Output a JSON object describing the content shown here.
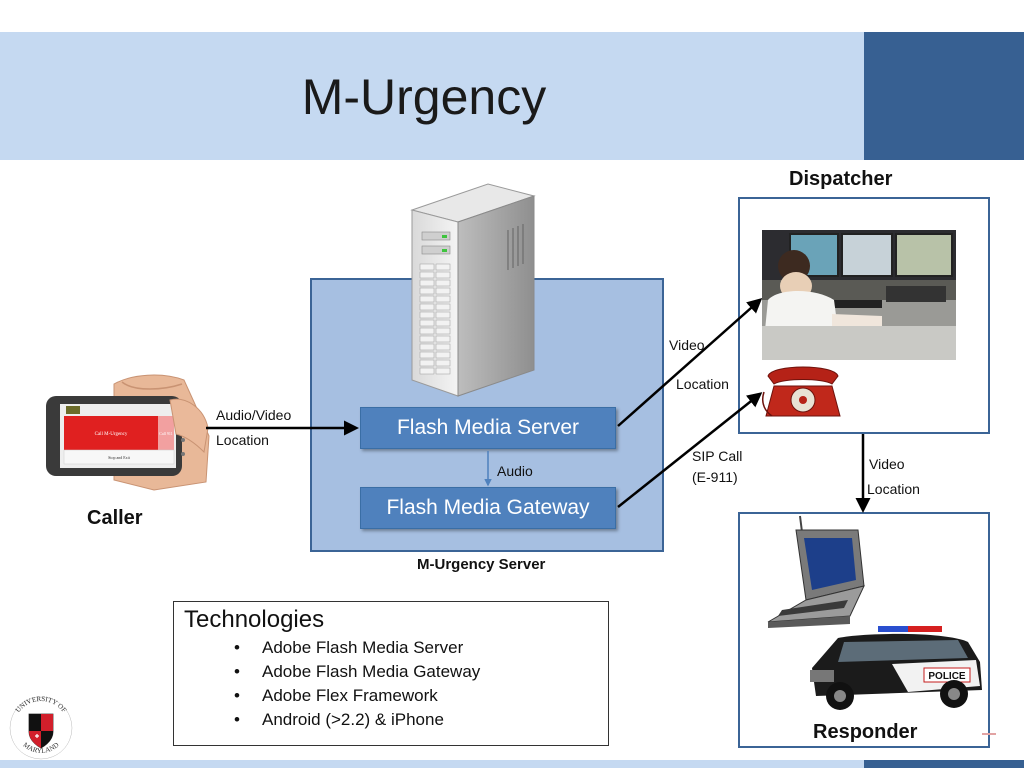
{
  "slide": {
    "title": "M-Urgency"
  },
  "diagram": {
    "caller_label": "Caller",
    "server_box_label": "M-Urgency Server",
    "flash_media_server": "Flash Media Server",
    "flash_media_gateway": "Flash Media Gateway",
    "audio_label": "Audio",
    "caller_to_server": [
      "Audio/Video",
      "Location"
    ],
    "server_to_dispatcher": [
      "Video",
      "Location"
    ],
    "gateway_to_dispatcher": [
      "SIP Call",
      "(E-911)"
    ],
    "dispatcher_to_responder": [
      "Video",
      "Location"
    ],
    "dispatcher_label": "Dispatcher",
    "responder_label": "Responder",
    "phone_app": {
      "button_main": "Call M-Urgency",
      "button_side": "Call 911",
      "button_bottom": "Stop and Exit"
    },
    "police_text": "POLICE"
  },
  "technologies": {
    "title": "Technologies",
    "items": [
      "Adobe Flash Media Server",
      "Adobe Flash Media Gateway",
      "Adobe Flex Framework",
      "Android (>2.2) & iPhone"
    ]
  },
  "logo": {
    "text_top": "UNIVERSITY OF",
    "text_bottom": "MARYLAND"
  },
  "colors": {
    "title_band": "#c5d9f1",
    "title_accent": "#376092",
    "server_box": "#a6bfe1",
    "button_blue": "#4f81bd"
  }
}
